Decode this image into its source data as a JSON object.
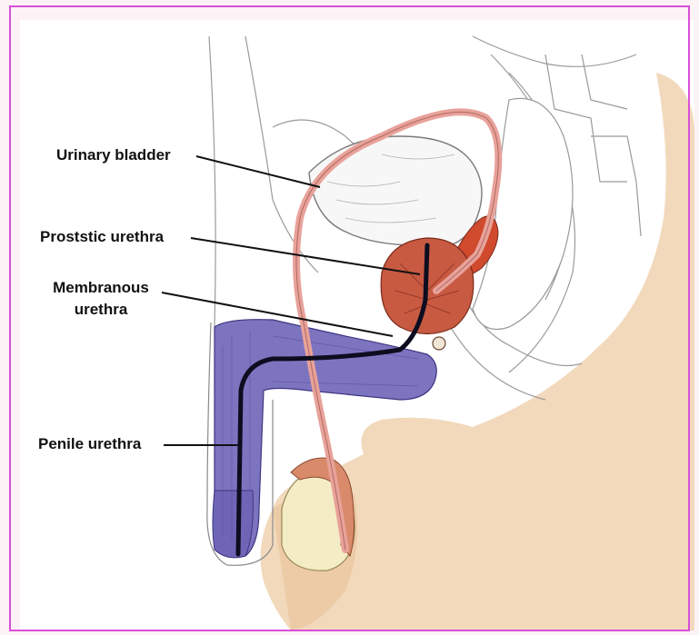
{
  "labels": {
    "urinary_bladder": "Urinary bladder",
    "prostatic_urethra": "Proststic urethra",
    "membranous_urethra_line1": "Membranous",
    "membranous_urethra_line2": "urethra",
    "penile_urethra": "Penile urethra"
  },
  "colors": {
    "frame_border": "#d94fd9",
    "background": "#fdf2f5",
    "skin": "#f2d9bc",
    "penis_tissue": "#7d74c0",
    "penis_tissue_dark": "#5a4fa8",
    "prostate": "#c85a42",
    "vas_deferens": "#e8a29a",
    "testis": "#f4ecc4",
    "epididymis": "#d98a6a",
    "urethra": "#0d0d20",
    "outline": "#9a9a9a"
  }
}
